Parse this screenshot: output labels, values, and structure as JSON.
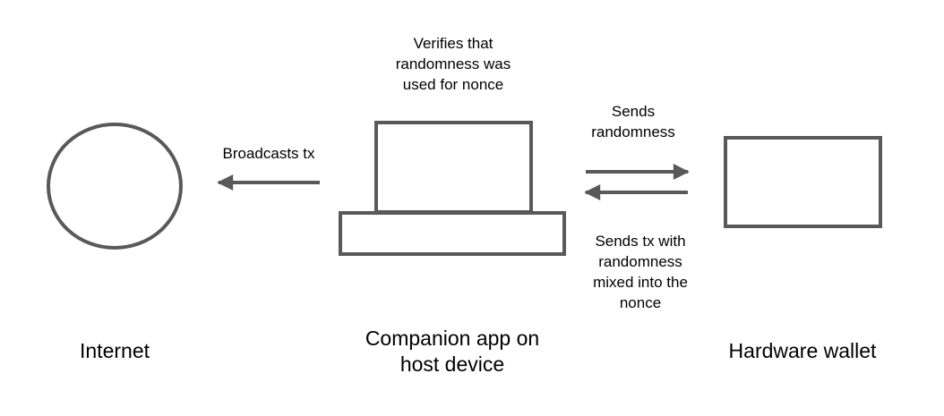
{
  "diagram": {
    "stroke_color": "#595959",
    "nodes": {
      "internet": {
        "label": "Internet",
        "shape": "circle"
      },
      "companion_app": {
        "label": "Companion app on\nhost device",
        "shape": "laptop"
      },
      "hardware_wallet": {
        "label": "Hardware wallet",
        "shape": "rectangle"
      }
    },
    "annotations": {
      "verifies": "Verifies that\nrandomness was\nused for nonce"
    },
    "edges": {
      "broadcast": {
        "from": "companion_app",
        "to": "internet",
        "label": "Broadcasts tx"
      },
      "send_randomness": {
        "from": "companion_app",
        "to": "hardware_wallet",
        "label": "Sends\nrandomness"
      },
      "send_tx": {
        "from": "hardware_wallet",
        "to": "companion_app",
        "label": "Sends tx with\nrandomness\nmixed into the\nnonce"
      }
    }
  }
}
